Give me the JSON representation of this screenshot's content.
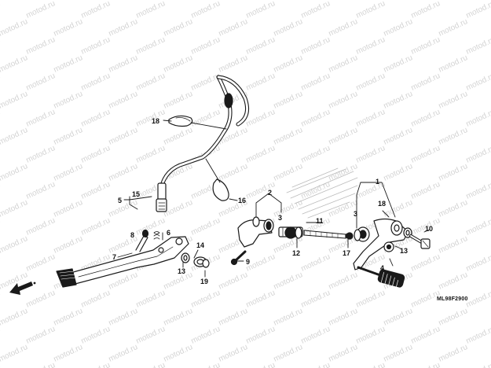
{
  "watermark": {
    "text": "motod.ru"
  },
  "diagram_code": "ML98F2900",
  "callouts": {
    "c1": "1",
    "c2": "2",
    "c3a": "3",
    "c3b": "3",
    "c4": "4",
    "c5": "5",
    "c6": "6",
    "c7": "7",
    "c8": "8",
    "c9": "9",
    "c10": "10",
    "c11": "11",
    "c12": "12",
    "c13a": "13",
    "c13b": "13",
    "c14": "14",
    "c15": "15",
    "c16": "16",
    "c17": "17",
    "c18a": "18",
    "c18b": "18",
    "c19": "19"
  },
  "icons": {
    "front_arrow": "front-direction-arrow"
  }
}
